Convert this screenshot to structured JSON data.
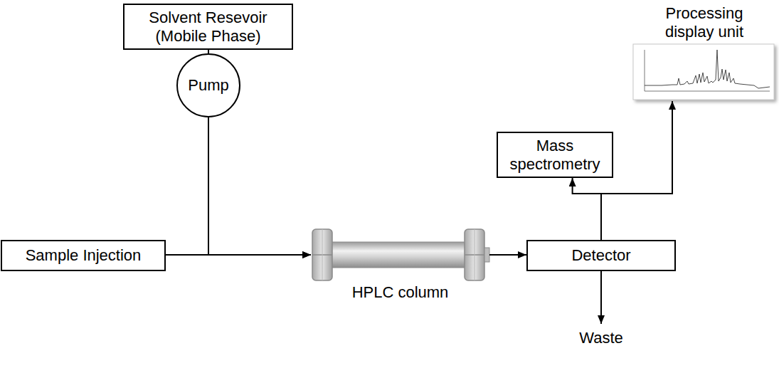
{
  "diagram": {
    "nodes": [
      {
        "text": [
          "Solvent Resevoir (Mobile Phase)"
        ]
      },
      {
        "text": [
          "Pump"
        ]
      },
      {
        "text": [
          "Processing display unit"
        ]
      },
      {
        "text": [
          "Mass spectrometry"
        ]
      },
      {
        "text": [
          "Sample Injection"
        ]
      },
      {
        "text": [
          "HPLC column"
        ]
      },
      {
        "text": [
          "Detector"
        ]
      }
    ],
    "edges": [
      {
        "from": 0,
        "to": 1,
        "arrow": "none"
      },
      {
        "from": 1,
        "to": 5,
        "arrow": "to"
      },
      {
        "from": 4,
        "to": 5,
        "arrow": "to"
      },
      {
        "from": 5,
        "to": 6,
        "arrow": "to"
      },
      {
        "from": 6,
        "to": 3,
        "arrow": "to"
      },
      {
        "from": 6,
        "to": 2,
        "arrow": "to"
      }
    ],
    "labels": [
      "Waste"
    ]
  }
}
